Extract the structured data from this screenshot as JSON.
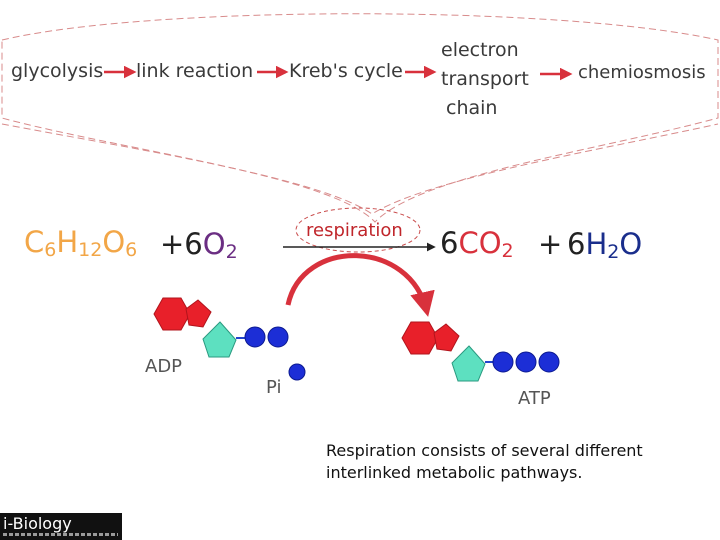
{
  "pathway": {
    "steps": [
      "glycolysis",
      "link reaction",
      "Kreb's cycle",
      "chemiosmosis"
    ],
    "electron_transport": [
      "electron",
      "transport",
      "chain"
    ]
  },
  "equation": {
    "glucose": {
      "c": "C",
      "c_sub": "6",
      "h": "H",
      "h_sub": "12",
      "o": "O",
      "o_sub": "6"
    },
    "oxygen": {
      "coef": "+6",
      "o": "O",
      "o_sub": "2"
    },
    "process": "respiration",
    "co2": {
      "coef": "6",
      "co": "CO",
      "o_sub": "2"
    },
    "plus": "+",
    "water": {
      "coef": "6",
      "h": "H",
      "h_sub": "2",
      "o": "O"
    }
  },
  "molecules": {
    "adp": "ADP",
    "pi": "Pi",
    "atp": "ATP"
  },
  "caption": "Respiration consists of several different interlinked metabolic pathways.",
  "logo": {
    "text": "i-Biology"
  },
  "colors": {
    "arrow": "#d8313c",
    "hexagon": "#e8202a",
    "pentagon": "#5de0c0",
    "phosphate": "#1c2ed6"
  }
}
